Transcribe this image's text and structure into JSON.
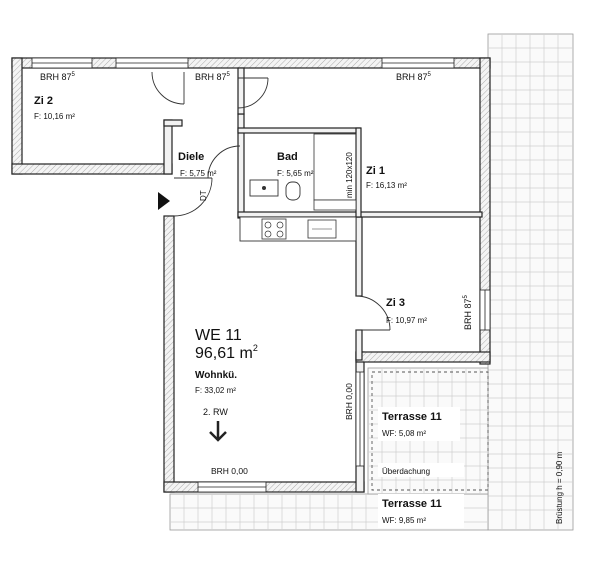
{
  "unit": {
    "id": "WE 11",
    "area": "96,61 m",
    "area_sup": "2"
  },
  "rooms": {
    "zi2": {
      "name": "Zi 2",
      "area": "F: 10,16 m²"
    },
    "diele": {
      "name": "Diele",
      "area": "F: 5,75 m²"
    },
    "bad": {
      "name": "Bad",
      "area": "F: 5,65 m²",
      "shower": "min 120x120"
    },
    "zi1": {
      "name": "Zi 1",
      "area": "F: 16,13 m²"
    },
    "zi3": {
      "name": "Zi 3",
      "area": "F: 10,97 m²"
    },
    "wohnkue": {
      "name": "Wohnkü.",
      "area": "F: 33,02 m²"
    },
    "terrasse1": {
      "name": "Terrasse 11",
      "area": "WF: 5,08 m²"
    },
    "terrasse2": {
      "name": "Terrasse 11",
      "area": "WF: 9,85 m²"
    }
  },
  "labels": {
    "brh_zi2": "BRH 87",
    "brh_diele": "BRH 87",
    "brh_zi1": "BRH 87",
    "brh_zi3": "BRH 87",
    "brh_sup": "5",
    "brh_bottom": "BRH 0,00",
    "brh_side": "BRH 0,00",
    "dt": "DT",
    "rw": "2. RW",
    "ueberdachung": "Überdachung",
    "bruestung": "Brüstung h = 0,90 m"
  }
}
